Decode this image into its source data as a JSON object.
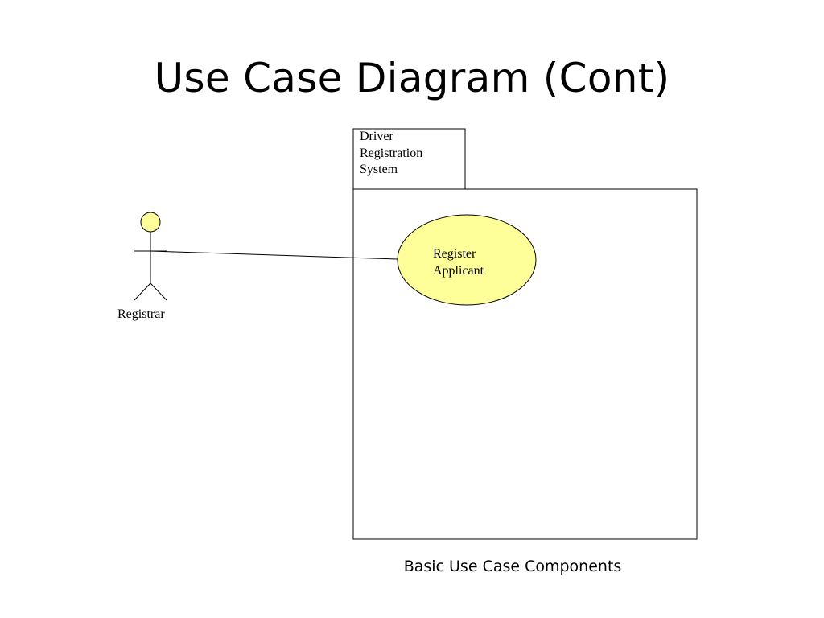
{
  "slide": {
    "title": "Use Case Diagram (Cont)",
    "caption": "Basic Use Case Components"
  },
  "diagram": {
    "system": {
      "label_lines": [
        "Driver",
        "Registration",
        "System"
      ]
    },
    "actor": {
      "label": "Registrar",
      "head_color": "#ffff99"
    },
    "use_case": {
      "label_lines": [
        "Register",
        "Applicant"
      ],
      "fill_color": "#ffff99"
    }
  }
}
